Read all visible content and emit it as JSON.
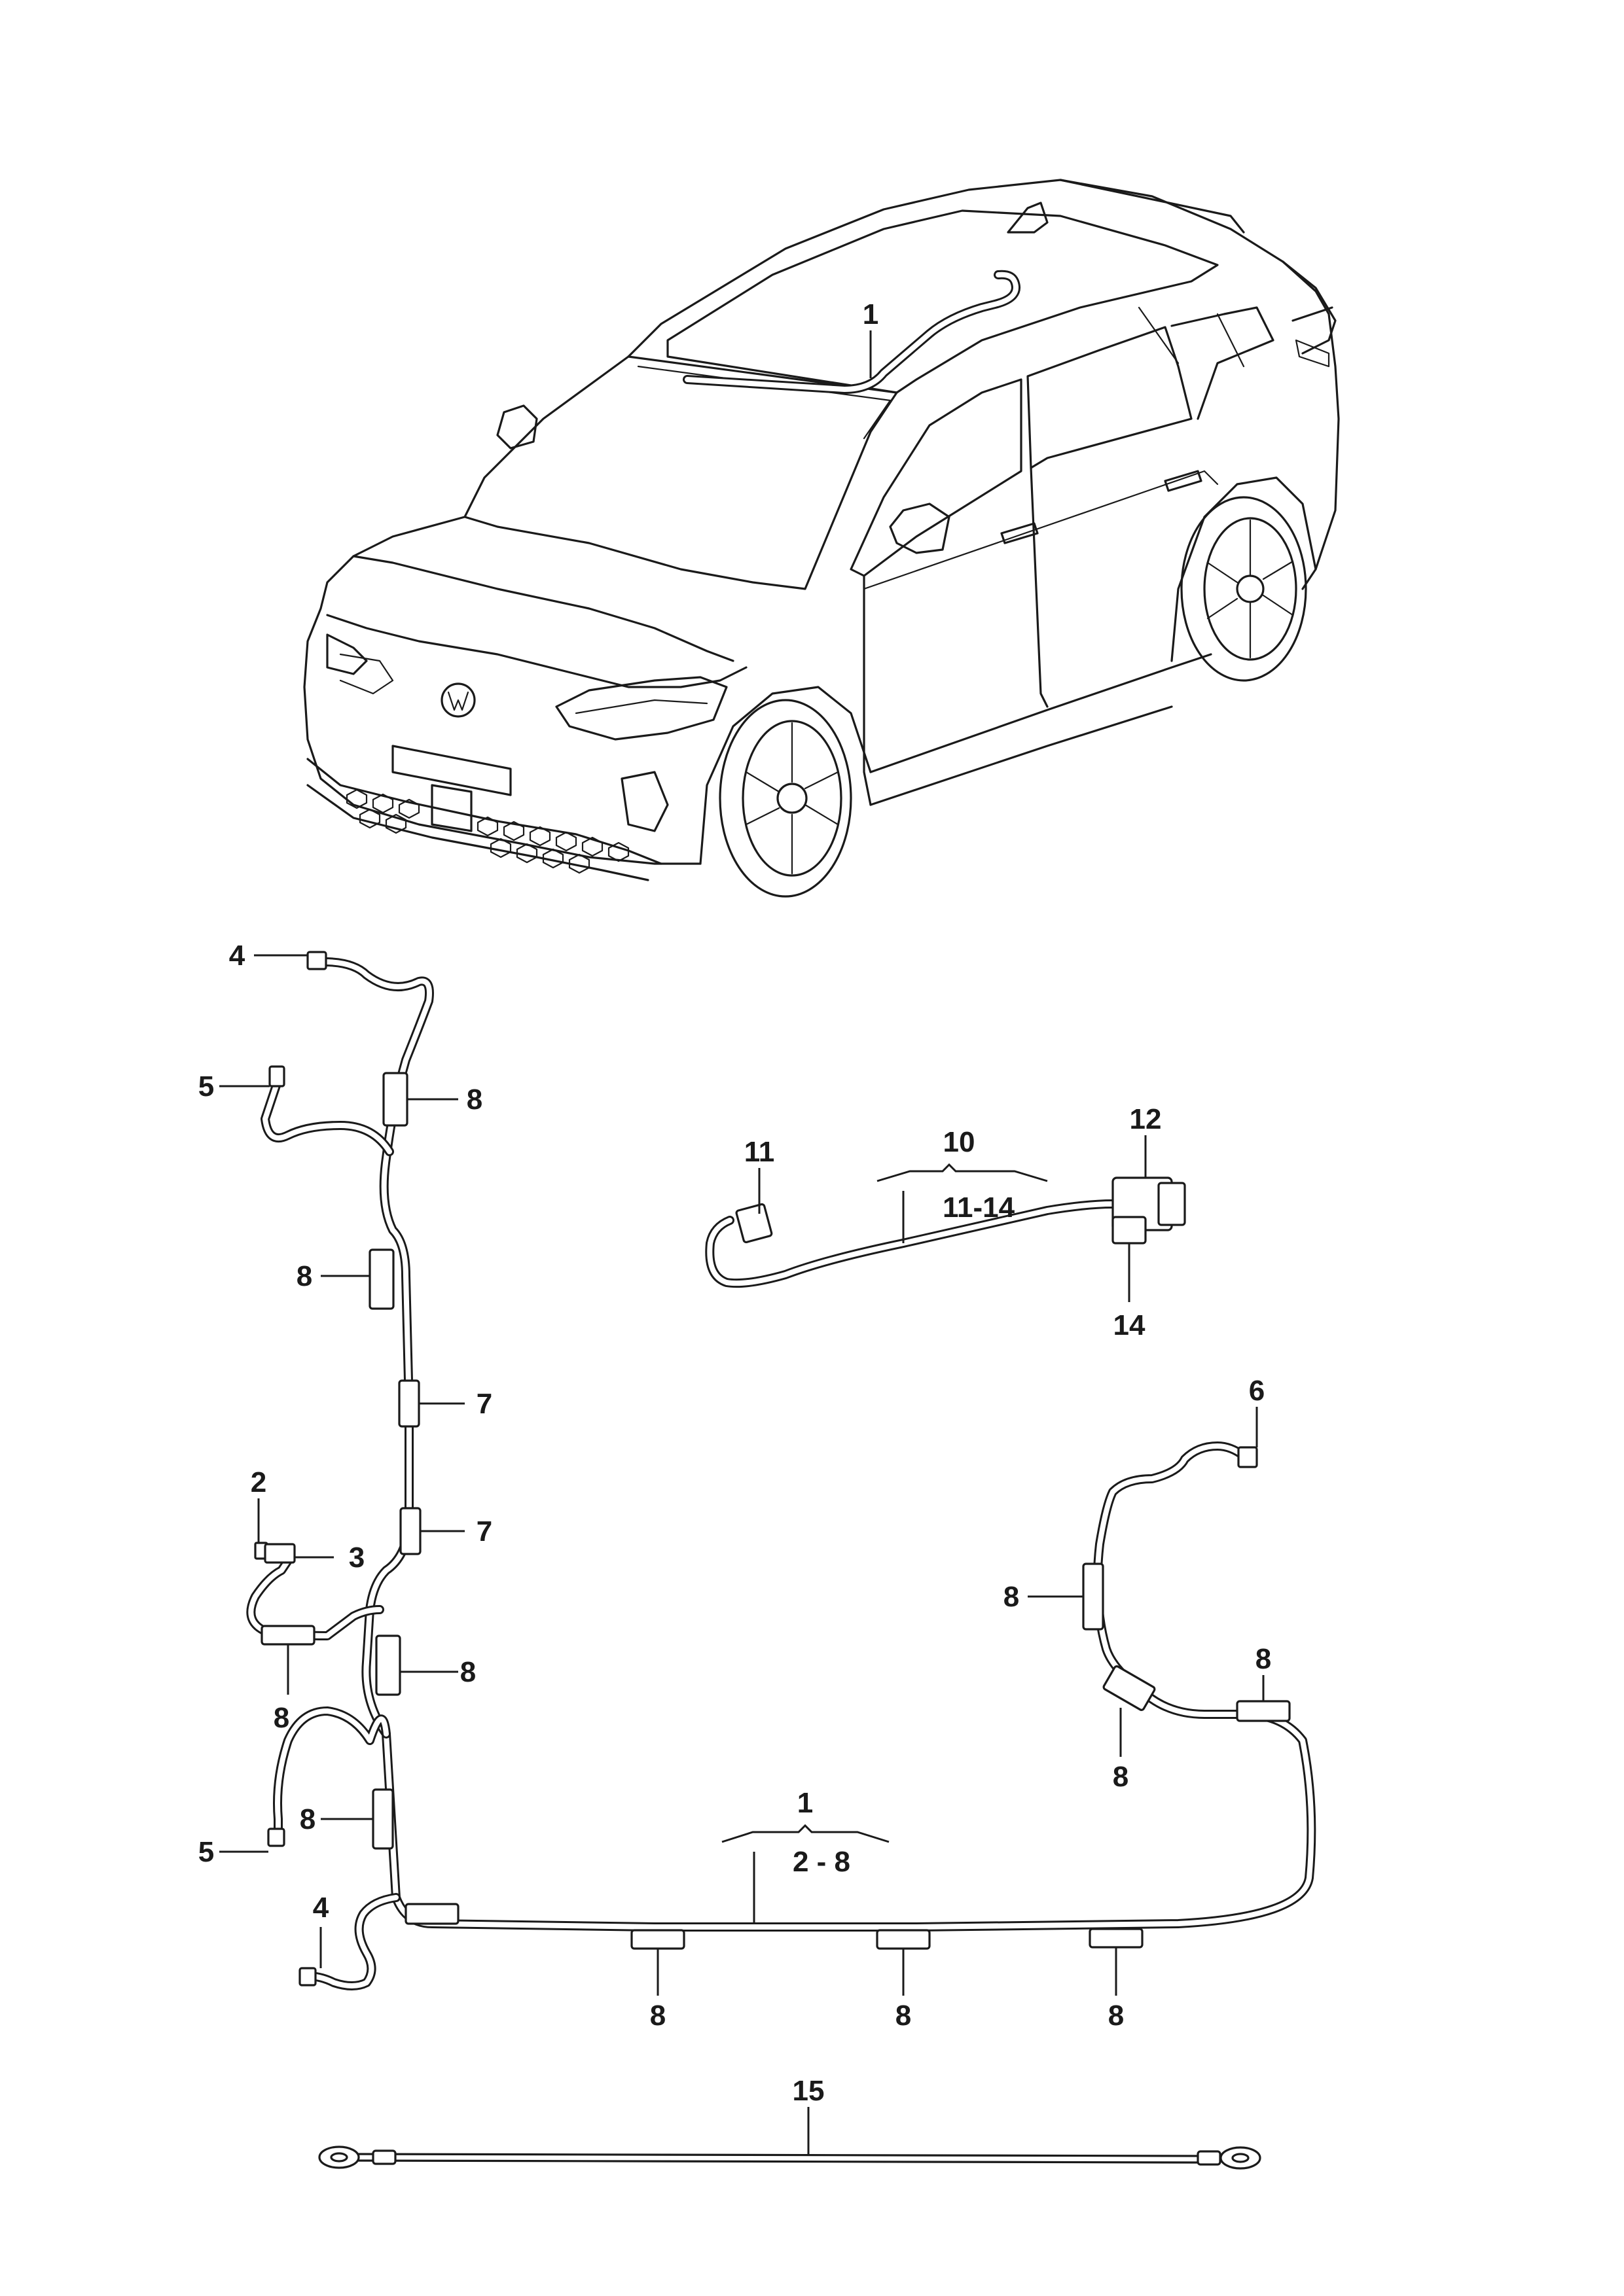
{
  "callouts": {
    "car_1": "1",
    "c4_top": "4",
    "c5_top": "5",
    "c8_a": "8",
    "c8_b": "8",
    "c7_a": "7",
    "c7_b": "7",
    "c2": "2",
    "c3": "3",
    "c8_c": "8",
    "c8_d": "8",
    "c8_e": "8",
    "c5_bot": "5",
    "c4_bot": "4",
    "harness_1": "1",
    "harness_range": "2 - 8",
    "c8_f": "8",
    "c8_g": "8",
    "c8_h": "8",
    "c10": "10",
    "range_10": "11-14",
    "c11": "11",
    "c12": "12",
    "c14": "14",
    "c6": "6",
    "c8_i": "8",
    "c8_j": "8",
    "c8_k": "8",
    "c15": "15"
  }
}
